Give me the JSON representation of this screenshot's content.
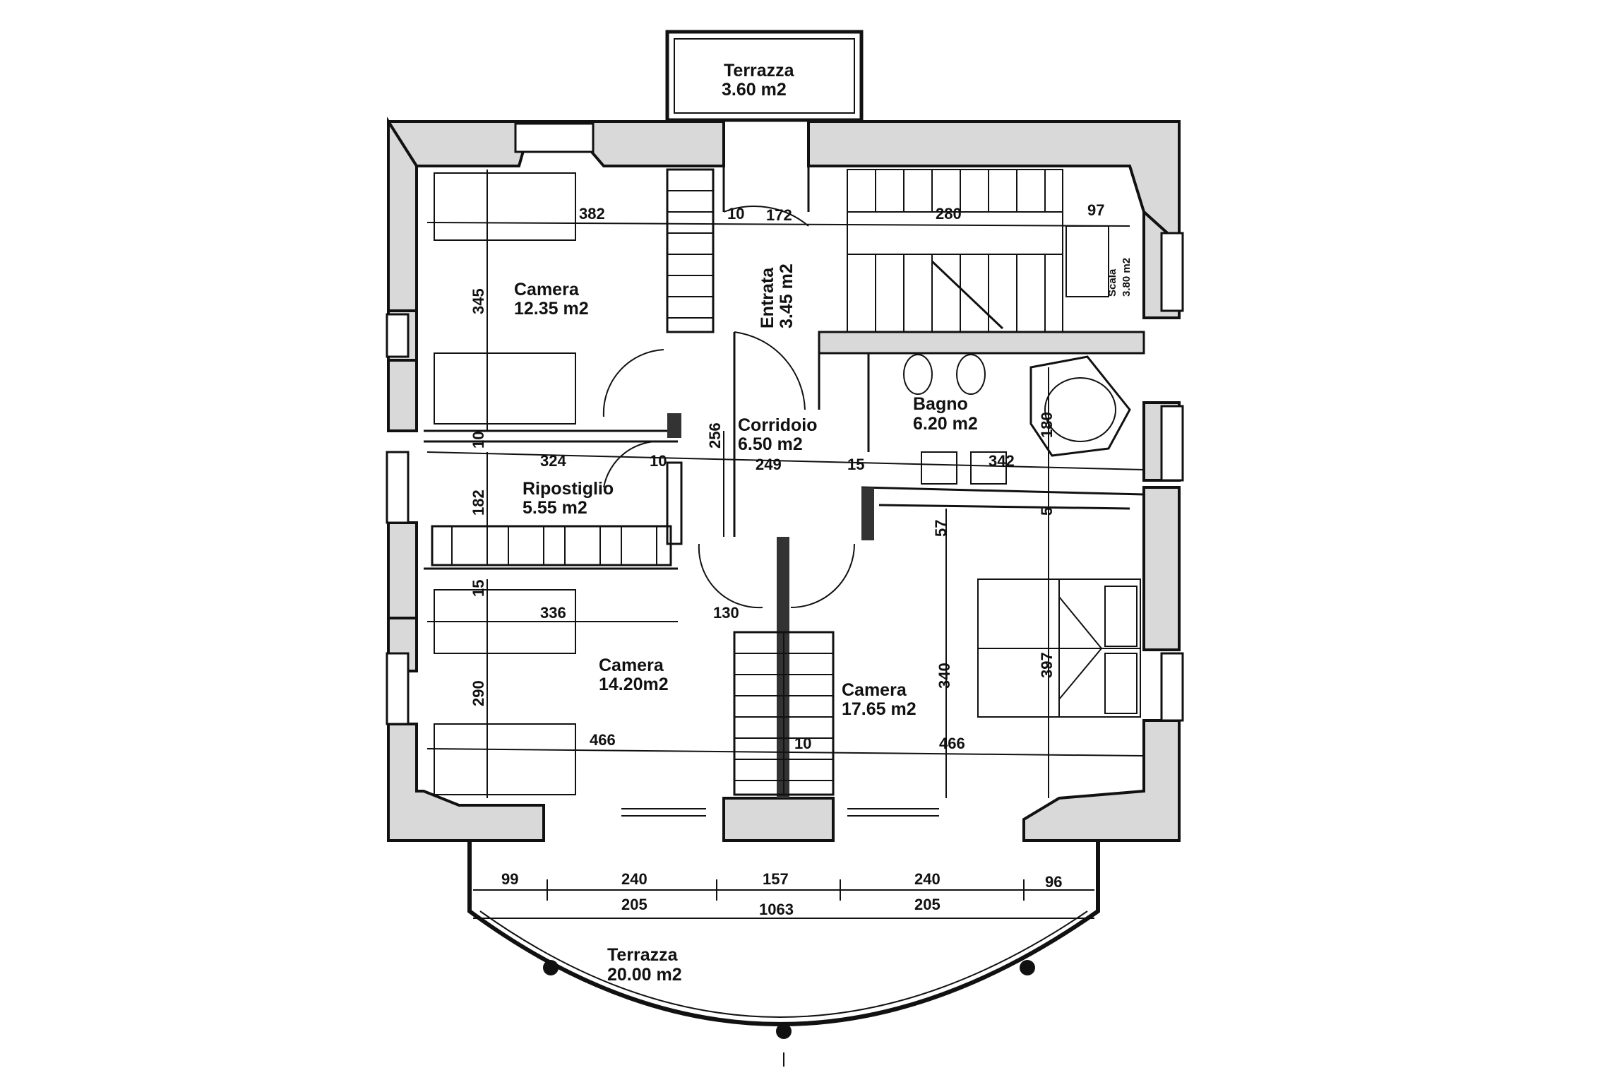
{
  "rooms": {
    "terrazza_top": {
      "name": "Terrazza",
      "area": "3.60 m2"
    },
    "camera_nw": {
      "name": "Camera",
      "area": "12.35 m2"
    },
    "entrata": {
      "name": "Entrata",
      "area": "3.45 m2"
    },
    "scala": {
      "name": "Scala",
      "area": "3.80 m2"
    },
    "bagno": {
      "name": "Bagno",
      "area": "6.20 m2"
    },
    "corridoio": {
      "name": "Corridoio",
      "area": "6.50 m2"
    },
    "ripostiglio": {
      "name": "Ripostiglio",
      "area": "5.55 m2"
    },
    "camera_sw": {
      "name": "Camera",
      "area": "14.20m2"
    },
    "camera_se": {
      "name": "Camera",
      "area": "17.65 m2"
    },
    "terrazza_bottom": {
      "name": "Terrazza",
      "area": "20.00 m2"
    }
  },
  "dimensions": {
    "d382": "382",
    "d10a": "10",
    "d172": "172",
    "d280": "280",
    "d97": "97",
    "d345": "345",
    "d10b": "10",
    "d324": "324",
    "d10c": "10",
    "d256": "256",
    "d249": "249",
    "d15": "15",
    "d342": "342",
    "d180": "180",
    "d182": "182",
    "d57": "57",
    "d5": "5",
    "d15b": "15",
    "d336": "336",
    "d130": "130",
    "d340": "340",
    "d397": "397",
    "d290": "290",
    "d466a": "466",
    "d10d": "10",
    "d466b": "466",
    "d99": "99",
    "d240a": "240",
    "d157": "157",
    "d240b": "240",
    "d96": "96",
    "d205a": "205",
    "d1063": "1063",
    "d205b": "205"
  }
}
